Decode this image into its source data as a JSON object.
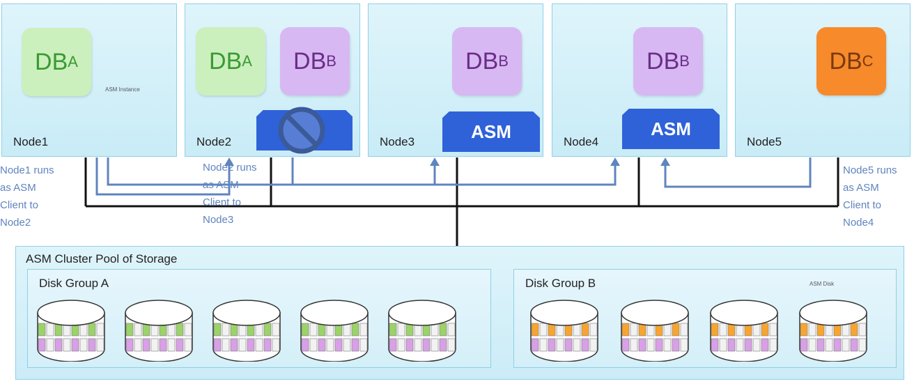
{
  "nodes": [
    {
      "label": "Node1"
    },
    {
      "label": "Node2"
    },
    {
      "label": "Node3"
    },
    {
      "label": "Node4"
    },
    {
      "label": "Node5"
    }
  ],
  "db": {
    "main": "DB",
    "a": "A",
    "b": "B",
    "c": "C"
  },
  "asm_label": "ASM",
  "asm_instance_small": "ASM Instance",
  "notes": {
    "node1": [
      "Node1 runs",
      "as ASM",
      "Client to",
      "Node2"
    ],
    "node2": [
      "Node2 runs",
      "as ASM",
      "Client to",
      "Node3"
    ],
    "node5": [
      "Node5 runs",
      "as ASM",
      "Client to",
      "Node4"
    ]
  },
  "pool": {
    "title": "ASM Cluster Pool of Storage",
    "group_a": "Disk Group A",
    "group_b": "Disk Group B",
    "asm_disk_small": "ASM Disk"
  },
  "colors": {
    "db_a": "#ccf0bd",
    "db_b": "#d8b8f2",
    "db_c": "#f78a2a",
    "asm": "#2f62d8",
    "link_blue": "#5f84bf",
    "disk_green": "#9bd26a",
    "disk_orange": "#f6a531",
    "disk_purple": "#d8a0e6"
  }
}
